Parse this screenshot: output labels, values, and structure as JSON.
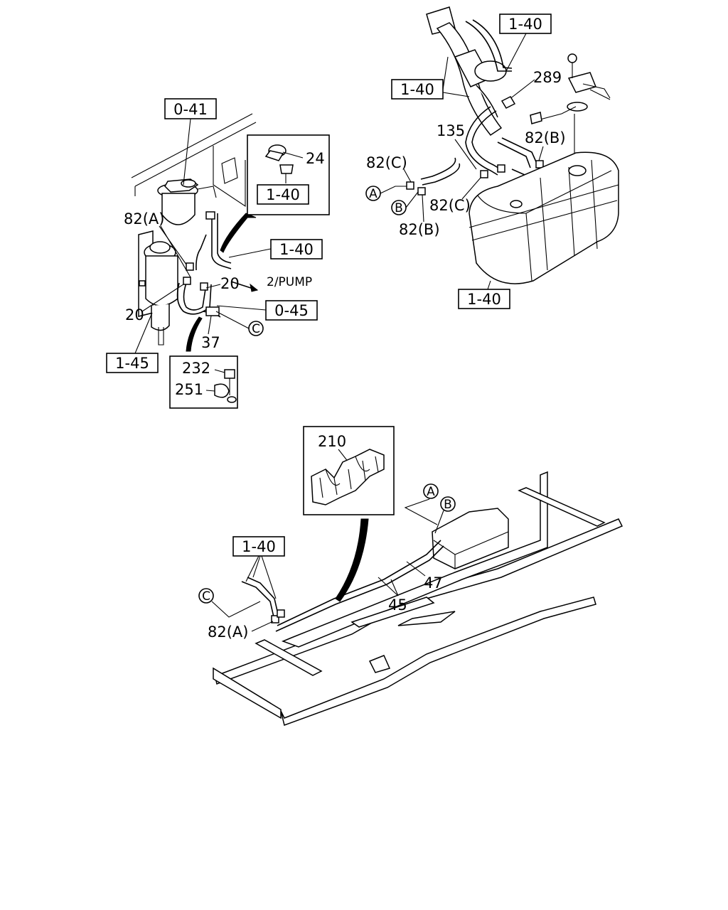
{
  "diagram": {
    "refs": {
      "r041": "0-41",
      "r140_pipe_box": "1-40",
      "r140_pipe_to_pump": "1-40",
      "r045": "0-45",
      "r145": "1-45",
      "r140_top_a": "1-40",
      "r140_top_b": "1-40",
      "r140_tank": "1-40",
      "r140_frame": "1-40"
    },
    "parts": {
      "p24": "24",
      "p82a_top": "82(A)",
      "p20_right": "20",
      "p20_left": "20",
      "p37": "37",
      "p232": "232",
      "p251": "251",
      "p289": "289",
      "p135": "135",
      "p82c_top": "82(C)",
      "p82b_top": "82(B)",
      "p82c_mid": "82(C)",
      "p82b_bot": "82(B)",
      "p210": "210",
      "p47": "47",
      "p45": "45",
      "p82a_frame": "82(A)"
    },
    "circles": {
      "c_hose": "C",
      "c_tank_a": "A",
      "c_tank_b": "B",
      "c_frame_a": "A",
      "c_frame_b": "B",
      "c_frame_c": "C"
    },
    "notes": {
      "pump": "2/PUMP"
    }
  }
}
